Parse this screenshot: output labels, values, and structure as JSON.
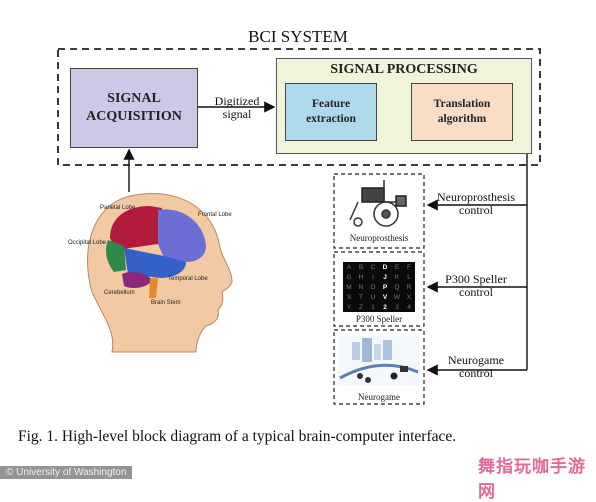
{
  "system_title": "BCI SYSTEM",
  "signal_acquisition": {
    "line1": "SIGNAL",
    "line2": "ACQUISITION"
  },
  "digitized_signal": {
    "line1": "Digitized",
    "line2": "signal"
  },
  "signal_processing": {
    "title": "SIGNAL PROCESSING",
    "feature_extraction": {
      "line1": "Feature",
      "line2": "extraction"
    },
    "translation_algorithm": {
      "line1": "Translation",
      "line2": "algorithm"
    }
  },
  "head_labels": {
    "parietal": "Parietal Lobe",
    "frontal": "Frontal Lobe",
    "occipital": "Occipital Lobe",
    "temporal": "Temporal Lobe",
    "cerebellum": "Cerebellum",
    "brain_stem": "Brain Stem"
  },
  "outputs": [
    {
      "caption": "Neuroprosthesis",
      "control_line1": "Neuroprosthesis",
      "control_line2": "control",
      "icon": "wheelchair-icon"
    },
    {
      "caption": "P300 Speller",
      "control_line1": "P300 Speller",
      "control_line2": "control",
      "icon": "speller-grid-icon"
    },
    {
      "caption": "Neurogame",
      "control_line1": "Neurogame",
      "control_line2": "control",
      "icon": "game-scene-icon"
    }
  ],
  "speller_grid": [
    "A",
    "B",
    "C",
    "D",
    "E",
    "F",
    "G",
    "H",
    "I",
    "J",
    "K",
    "L",
    "M",
    "N",
    "O",
    "P",
    "Q",
    "R",
    "S",
    "T",
    "U",
    "V",
    "W",
    "X",
    "Y",
    "Z",
    "1",
    "2",
    "3",
    "4"
  ],
  "figure_caption": "Fig. 1.    High-level block diagram of a typical brain-computer interface.",
  "credit": "© University of Washington",
  "watermark": "舞指玩咖手游网",
  "colors": {
    "signal_acquisition_fill": "#ccc8e6",
    "signal_processing_fill": "#eef5d8",
    "feature_fill": "#aed9eb",
    "translation_fill": "#f8ddc6",
    "watermark": "#e26a9b"
  }
}
